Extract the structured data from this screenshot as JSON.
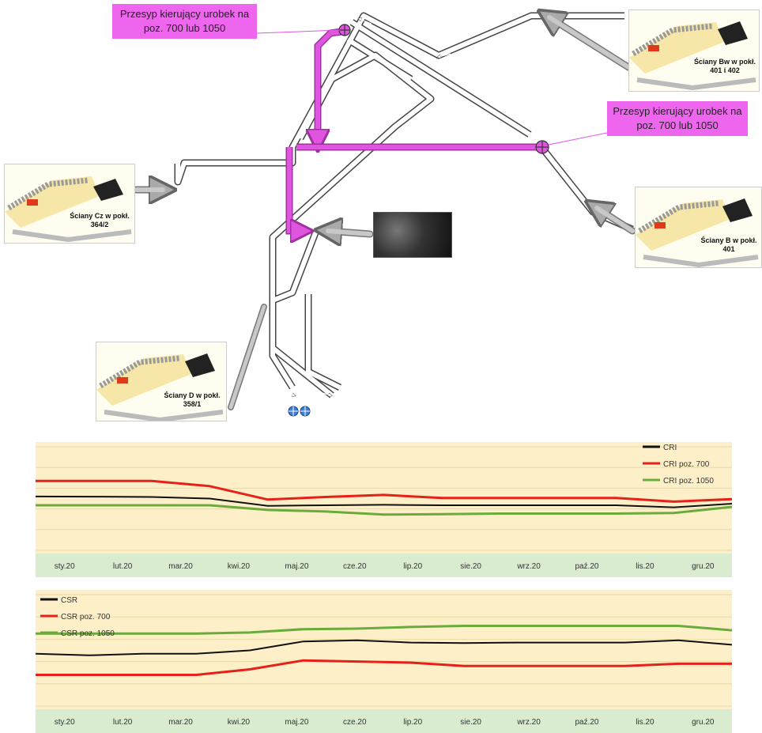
{
  "callouts": {
    "top_left": "Przesyp kierujący urobek na poz. 700 lub 1050",
    "right": "Przesyp kierujący urobek na poz. 700 lub 1050"
  },
  "panels": {
    "cz": "Ściany Cz w pokł. 364/2",
    "bw": "Ściany Bw w pokł. 401 i 402",
    "b": "Ściany B w pokł. 401",
    "d": "Ściany D w pokł. 358/1"
  },
  "colors": {
    "series_main": "#111111",
    "series_700": "#e8201a",
    "series_1050": "#6aab3c",
    "conveyor_highlight": "#e055e0",
    "chart_bg": "#fdf0c8",
    "axis_band": "#d9ecd0"
  },
  "chart_data": [
    {
      "type": "line",
      "categories": [
        "sty.20",
        "lut.20",
        "mar.20",
        "kwi.20",
        "maj.20",
        "cze.20",
        "lip.20",
        "sie.20",
        "wrz.20",
        "paź.20",
        "lis.20",
        "gru.20"
      ],
      "series": [
        {
          "name": "CRI",
          "values": [
            52,
            51.8,
            51.5,
            50,
            43,
            43.5,
            44,
            43.5,
            43.5,
            43.5,
            43.5,
            41.5,
            45
          ]
        },
        {
          "name": "CRI poz. 700",
          "values": [
            67,
            67,
            67,
            62,
            49,
            51.5,
            53.5,
            50.5,
            50.5,
            50.5,
            50.5,
            47,
            49.5
          ]
        },
        {
          "name": "CRI poz. 1050",
          "values": [
            43.5,
            43.5,
            43.5,
            43.5,
            39,
            37.5,
            34.5,
            35,
            35.5,
            35.5,
            35.5,
            36,
            42
          ]
        }
      ],
      "ylim": [
        0,
        100
      ],
      "legend": "top-right"
    },
    {
      "type": "line",
      "categories": [
        "sty.20",
        "lut.20",
        "mar.20",
        "kwi.20",
        "maj.20",
        "cze.20",
        "lip.20",
        "sie.20",
        "wrz.20",
        "paź.20",
        "lis.20",
        "gru.20"
      ],
      "series": [
        {
          "name": "CSR",
          "values": [
            47,
            45.5,
            47,
            47,
            50,
            58,
            59,
            57,
            56.5,
            57,
            57,
            57,
            59,
            55
          ]
        },
        {
          "name": "CSR poz. 700",
          "values": [
            28,
            28,
            28,
            28,
            33,
            41,
            40,
            39,
            36,
            36,
            36,
            36,
            38,
            38
          ]
        },
        {
          "name": "CSR poz. 1050",
          "values": [
            65,
            65,
            65,
            65,
            66,
            69,
            69.5,
            71,
            72,
            72,
            72,
            72,
            72,
            68
          ]
        }
      ],
      "ylim": [
        0,
        100
      ],
      "legend": "top-left"
    }
  ]
}
